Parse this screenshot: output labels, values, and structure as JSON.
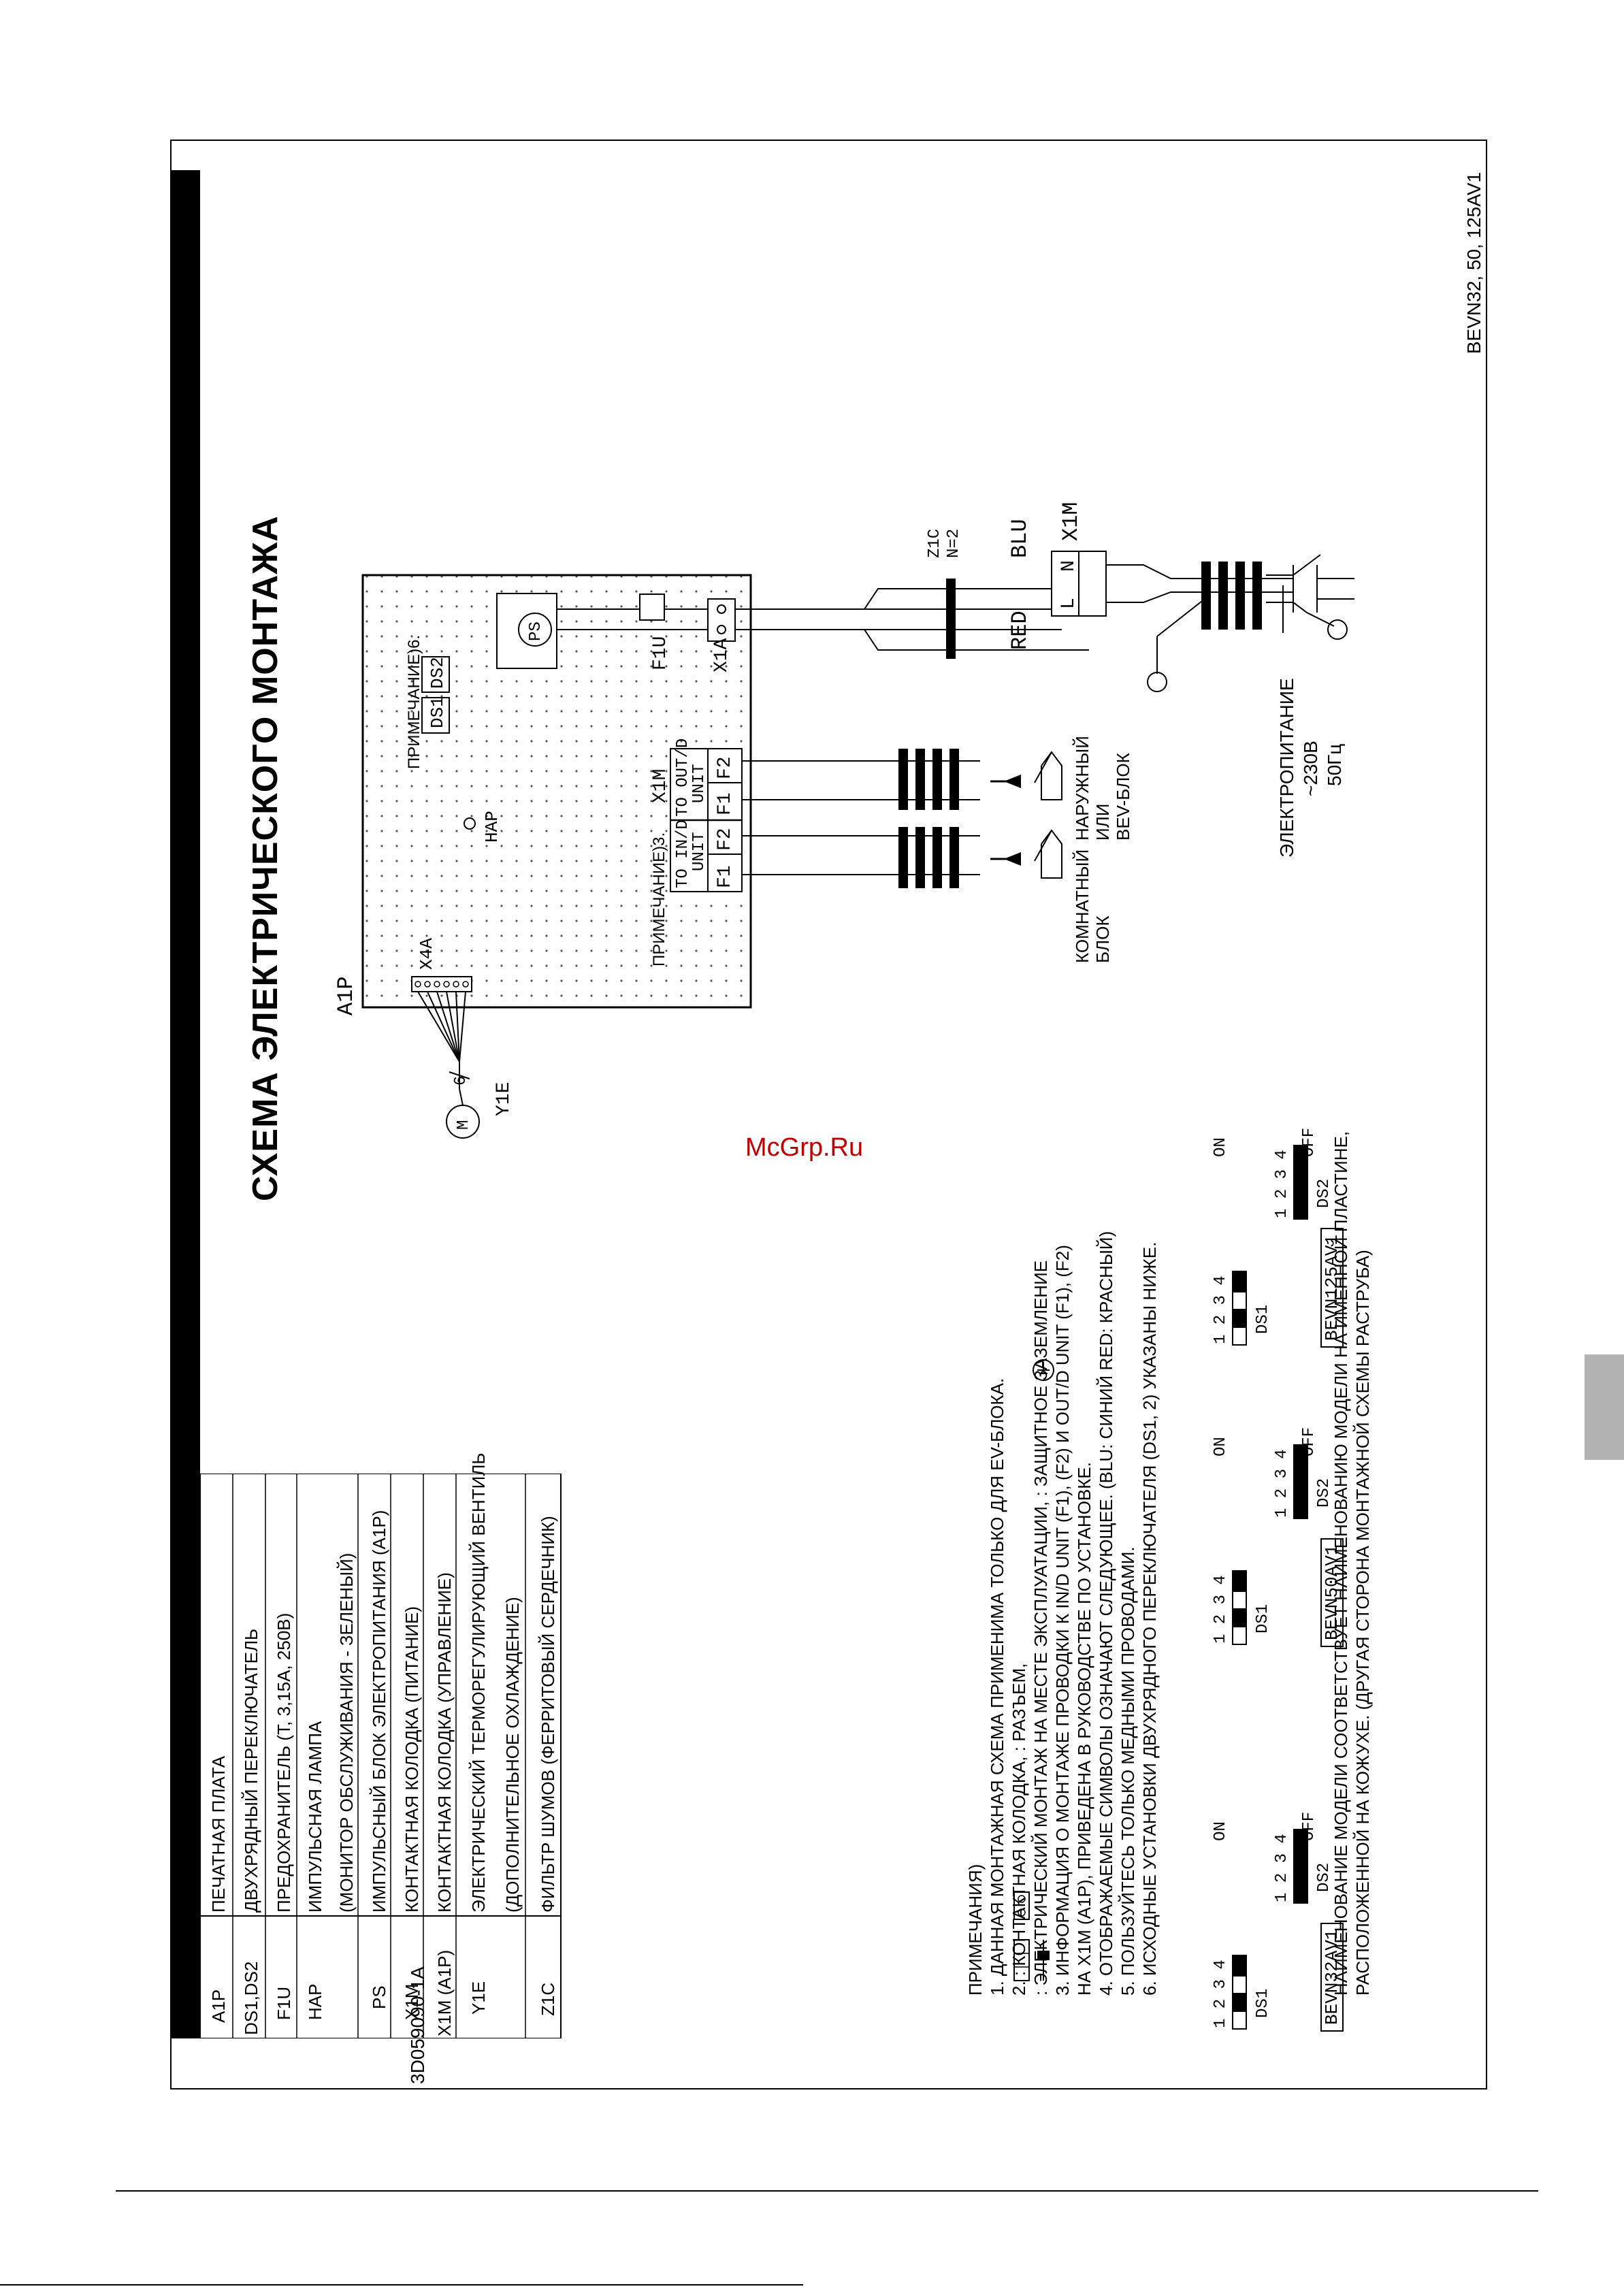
{
  "title": "СХЕМА ЭЛЕКТРИЧЕСКОГО МОНТАЖА",
  "model_code": "BEVN32, 50, 125AV1",
  "doc_code": "3D059090-1A",
  "watermark": "McGrp.Ru",
  "legend": [
    {
      "code": "A1P",
      "desc": "ПЕЧАТНАЯ ПЛАТА"
    },
    {
      "code": "DS1,DS2",
      "desc": "ДВУХРЯДНЫЙ ПЕРЕКЛЮЧАТЕЛЬ"
    },
    {
      "code": "F1U",
      "desc": "ПРЕДОХРАНИТЕЛЬ (T, 3,15A, 250B)"
    },
    {
      "code": "HAP",
      "desc": "ИМПУЛЬСНАЯ ЛАМПА"
    },
    {
      "code": "",
      "desc": "(МОНИТОР ОБСЛУЖИВАНИЯ - ЗЕЛЕНЫЙ)"
    },
    {
      "code": "PS",
      "desc": "ИМПУЛЬСНЫЙ БЛОК ЭЛЕКТРОПИТАНИЯ (A1P)"
    },
    {
      "code": "X1M",
      "desc": "КОНТАКТНАЯ КОЛОДКА (ПИТАНИЕ)"
    },
    {
      "code": "X1M (A1P)",
      "desc": "КОНТАКТНАЯ КОЛОДКА (УПРАВЛЕНИЕ)"
    },
    {
      "code": "Y1E",
      "desc": "ЭЛЕКТРИЧЕСКИЙ ТЕРМОРЕГУЛИРУЮЩИЙ ВЕНТИЛЬ"
    },
    {
      "code": "",
      "desc": "(ДОПОЛНИТЕЛЬНОЕ ОХЛАЖДЕНИЕ)"
    },
    {
      "code": "Z1C",
      "desc": "ФИЛЬТР ШУМОВ (ФЕРРИТОВЫЙ СЕРДЕЧНИК)"
    }
  ],
  "notes": {
    "heading": "ПРИМЕЧАНИЯ)",
    "items": [
      "1. ДАННАЯ МОНТАЖНАЯ СХЕМА ПРИМЕНИМА ТОЛЬКО ДЛЯ EV-БЛОКА.",
      "2.           : КОНТАКТНАЯ КОЛОДКА,        : РАЗЪЕМ,",
      "         : ЭЛЕКТРИЧЕСКИЙ МОНТАЖ НА МЕСТЕ ЭКСПЛУАТАЦИИ,       : ЗАЩИТНОЕ ЗАЗЕМЛЕНИЕ",
      "3. ИНФОРМАЦИЯ О МОНТАЖЕ ПРОВОДКИ К IN/D UNIT (F1), (F2) И OUT/D UNIT (F1), (F2)",
      "   НА X1M (A1P), ПРИВЕДЕНА В РУКОВОДСТВЕ ПО УСТАНОВКЕ.",
      "4. ОТОБРАЖАЕМЫЕ СИМВОЛЫ ОЗНАЧАЮТ СЛЕДУЮЩЕЕ. (BLU: СИНИЙ  RED: КРАСНЫЙ)",
      "5. ПОЛЬЗУЙТЕСЬ ТОЛЬКО МЕДНЫМИ ПРОВОДАМИ.",
      "6. ИСХОДНЫЕ УСТАНОВКИ ДВУХРЯДНОГО ПЕРЕКЛЮЧАТЕЛЯ (DS1, 2) УКАЗАНЫ НИЖЕ."
    ],
    "footer1": "НАИМЕНОВАНИЕ МОДЕЛИ СООТВЕТСТВУЕТ НАИМЕНОВАНИЮ МОДЕЛИ НА ИМЕННОЙ ПЛАСТИНЕ,",
    "footer2": "РАСПОЛОЖЕННОЙ НА КОЖУХЕ. (ДРУГАЯ СТОРОНА МОНТАЖНОЙ СХЕМЫ РАСТРУБА)"
  },
  "dip": {
    "nums": "1 2 3 4",
    "on": "ON",
    "off": "OFF",
    "ds1": "DS1",
    "ds2": "DS2",
    "models": [
      "BEVN32AV1",
      "BEVN50AV1",
      "BEVN125AV1"
    ]
  },
  "diagram": {
    "a1p": "A1P",
    "x4a": "X4A",
    "y1e": "Y1E",
    "motor": "M",
    "wire6": "6",
    "hap": "HAP",
    "ps": "PS",
    "f1u": "F1U",
    "x1a": "X1A",
    "x1m_board": "X1M",
    "note6": "ПРИМЕЧАНИЕ)6.",
    "note3": "ПРИМЕЧАНИЕ)3.",
    "ds1": "DS1",
    "ds2": "DS2",
    "to_ind_1": "TO IN/D",
    "to_ind_2": "UNIT",
    "to_outd_1": "TO OUT/D",
    "to_outd_2": "UNIT",
    "f1": "F1",
    "f2": "F2",
    "z1c": "Z1C",
    "n2": "N=2",
    "blu": "BLU",
    "red": "RED",
    "x1m": "X1M",
    "l": "L",
    "n": "N",
    "room_unit_1": "КОМНАТНЫЙ",
    "room_unit_2": "БЛОК",
    "outdoor_1": "НАРУЖНЫЙ",
    "outdoor_2": "ИЛИ",
    "outdoor_3": "BEV-БЛОК",
    "power_1": "ЭЛЕКТРОПИТАНИЕ",
    "power_2": "~230В",
    "power_3": "50Гц"
  }
}
